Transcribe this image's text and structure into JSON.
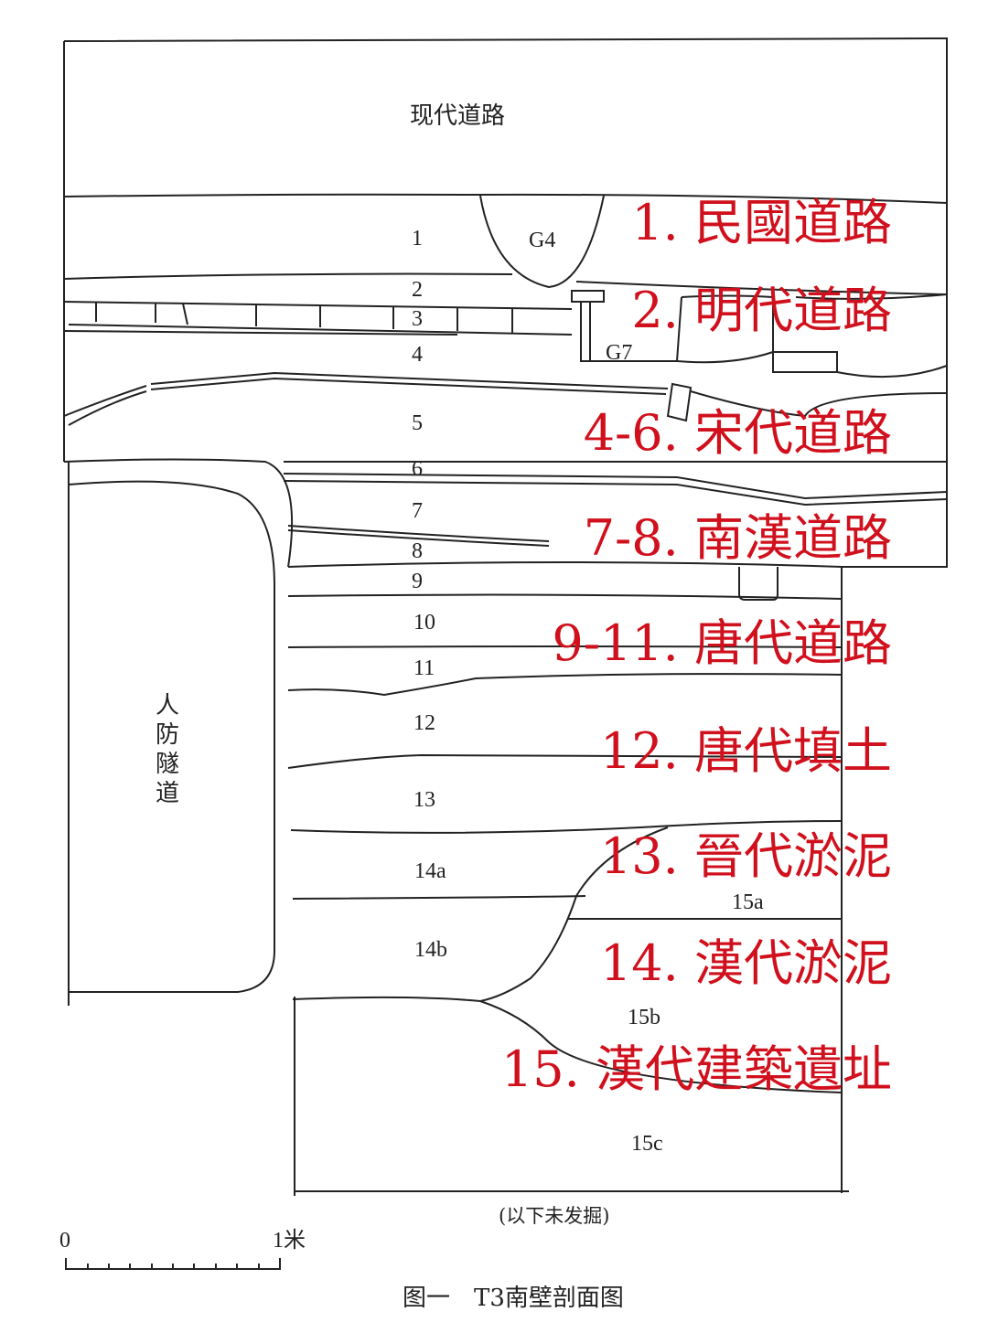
{
  "title_top": "现代道路",
  "features": {
    "g4": "G4",
    "g7": "G7"
  },
  "layers": [
    "1",
    "2",
    "3",
    "4",
    "5",
    "6",
    "7",
    "8",
    "9",
    "10",
    "11",
    "12",
    "13",
    "14a",
    "14b",
    "15a",
    "15b",
    "15c"
  ],
  "tunnel_label": [
    "人",
    "防",
    "隧",
    "道"
  ],
  "unexcavated": "(以下未发掘)",
  "scale": {
    "zero": "0",
    "one": "1米"
  },
  "caption": "图一　T3南壁剖面图",
  "annotations": [
    "1. 民國道路",
    "2. 明代道路",
    "4-6. 宋代道路",
    "7-8. 南漢道路",
    "9-11. 唐代道路",
    "12. 唐代填土",
    "13. 晉代淤泥",
    "14. 漢代淤泥",
    "15. 漢代建築遺址"
  ],
  "colors": {
    "annotation": "#d0101c",
    "line": "#222222"
  }
}
